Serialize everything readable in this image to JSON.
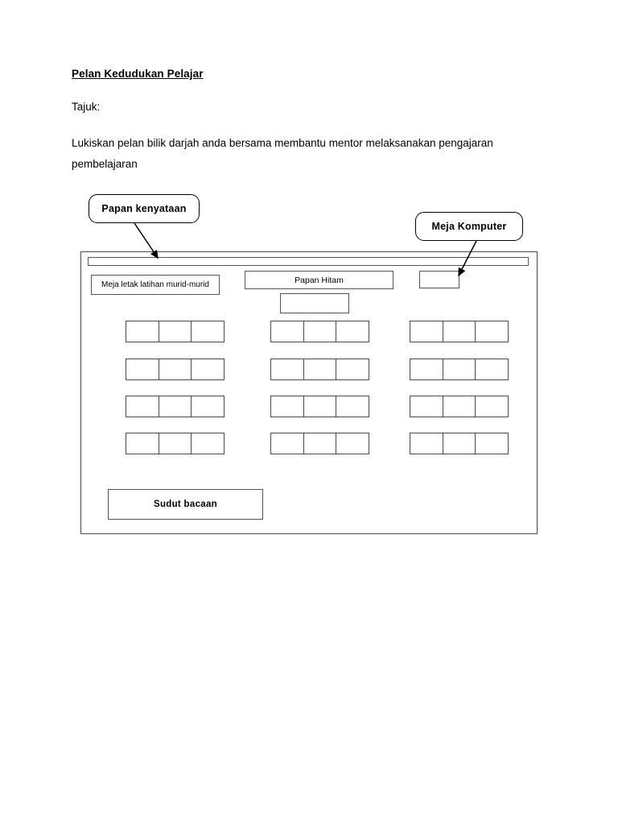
{
  "document": {
    "title": "Pelan Kedudukan Pelajar",
    "subject_label": "Tajuk:",
    "instruction": "Lukiskan pelan bilik darjah anda bersama membantu mentor melaksanakan pengajaran pembelajaran"
  },
  "diagram": {
    "callouts": [
      {
        "id": "notice",
        "label": "Papan kenyataan",
        "points_to": "notice-board-bar"
      },
      {
        "id": "computer",
        "label": "Meja Komputer",
        "points_to": "computer-desk"
      }
    ],
    "fixtures": [
      {
        "id": "notice-board-bar",
        "label": ""
      },
      {
        "id": "blackboard",
        "label": "Papan Hitam"
      },
      {
        "id": "computer-desk",
        "label": ""
      },
      {
        "id": "student-work-table",
        "label": "Meja letak latihan murid-murid"
      },
      {
        "id": "teacher-desk",
        "label": ""
      },
      {
        "id": "reading-corner",
        "label": "Sudut bacaan"
      }
    ],
    "desk_layout": {
      "columns": 3,
      "rows": 4,
      "seats_per_group": 3,
      "total_groups": 12,
      "total_seats": 36,
      "column_x": [
        55,
        235,
        408
      ],
      "row_y": [
        85,
        132,
        178,
        224
      ]
    },
    "colors": {
      "ink": "#000000",
      "line": "#4a4a4a",
      "fixture_line": "#555555",
      "background": "#ffffff"
    }
  }
}
